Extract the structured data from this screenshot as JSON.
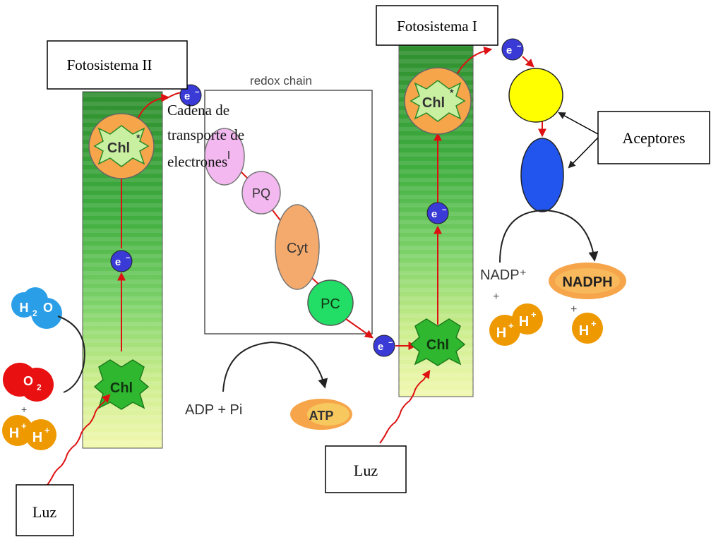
{
  "labels": {
    "ps2_title": "Fotosistema II",
    "ps1_title": "Fotosistema I",
    "redox_chain": "redox chain",
    "cadena_l1": "Cadena de",
    "cadena_l2": "transporte de",
    "cadena_l3": "electrones",
    "aceptores": "Aceptores",
    "luz_left": "Luz",
    "luz_right": "Luz",
    "adp_pi": "ADP + Pi",
    "atp": "ATP",
    "nadp_plus": "NADP⁺",
    "nadph": "NADPH",
    "plus_right_1": "+",
    "plus_right_2": "+",
    "plus_left": "+"
  },
  "molecules": {
    "chl": "Chl",
    "chl_star": "Chl",
    "star": "*",
    "electron": "e",
    "minus": "−",
    "h": "H",
    "hplus": "+",
    "water_h": "H",
    "water_2": "2",
    "water_o": "O",
    "o2_o": "O",
    "o2_2": "2",
    "pq": "PQ",
    "cyt": "Cyt",
    "pc": "PC",
    "chain_first": "I"
  },
  "colors": {
    "orange": "#f6a54a",
    "green_chl": "#2fb82f",
    "electron": "#3a3ad6",
    "pink": "#f2b8ef",
    "cyt": "#f4aa6c",
    "pc": "#22dd66",
    "yellow": "#ffff00",
    "blue": "#2255ee",
    "water": "#2a9fe8",
    "o2": "#e81010",
    "hplus": "#ee9900",
    "arrow_red": "#dd1111"
  }
}
